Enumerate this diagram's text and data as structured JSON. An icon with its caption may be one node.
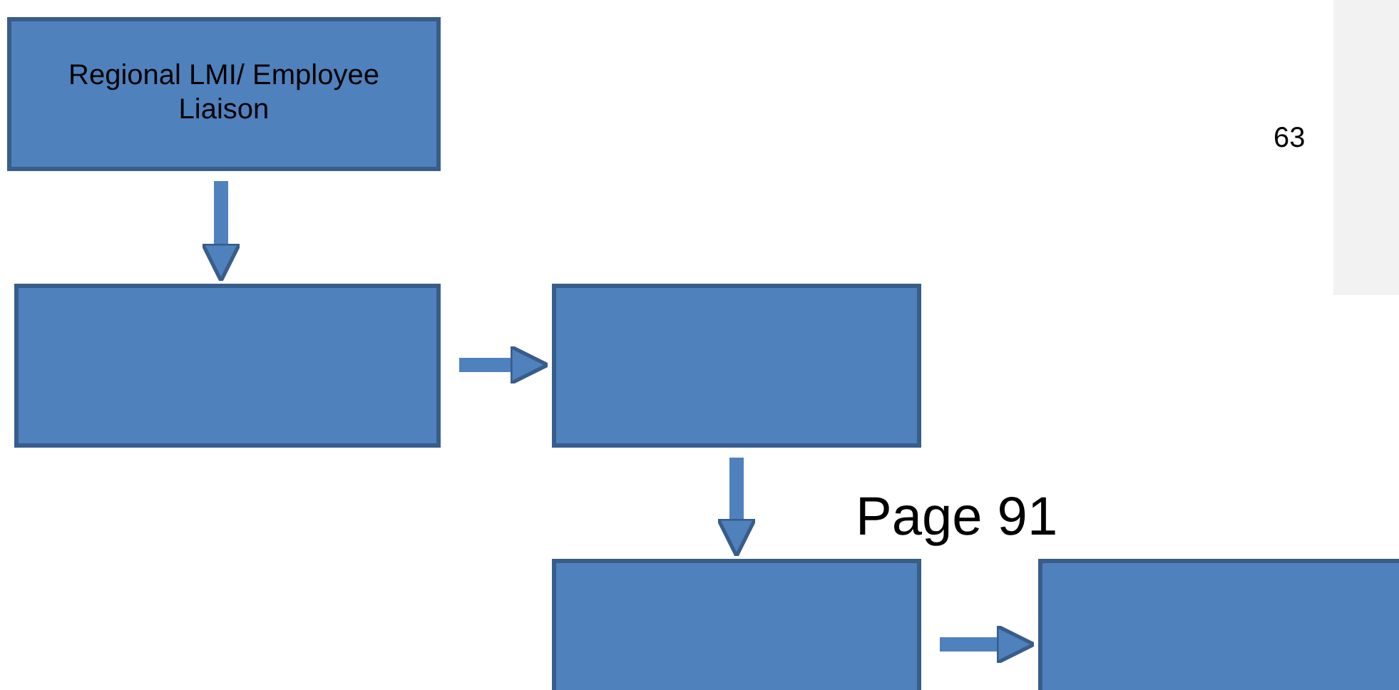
{
  "diagram": {
    "nodes": [
      {
        "text": [
          "Regional LMI/ Employee Liaison"
        ]
      },
      {
        "text": [],
        "shape": "box"
      },
      {
        "text": [],
        "shape": "box"
      },
      {
        "text": [],
        "shape": "box"
      },
      {
        "text": [],
        "shape": "box"
      }
    ],
    "edges": [
      {
        "from": 0,
        "to": 1,
        "arrow": "to"
      },
      {
        "from": 1,
        "to": 2,
        "arrow": "to"
      },
      {
        "from": 2,
        "to": 3,
        "arrow": "to"
      },
      {
        "from": 3,
        "to": 4,
        "arrow": "to"
      }
    ],
    "labels": [
      "63",
      "Page 91"
    ]
  }
}
